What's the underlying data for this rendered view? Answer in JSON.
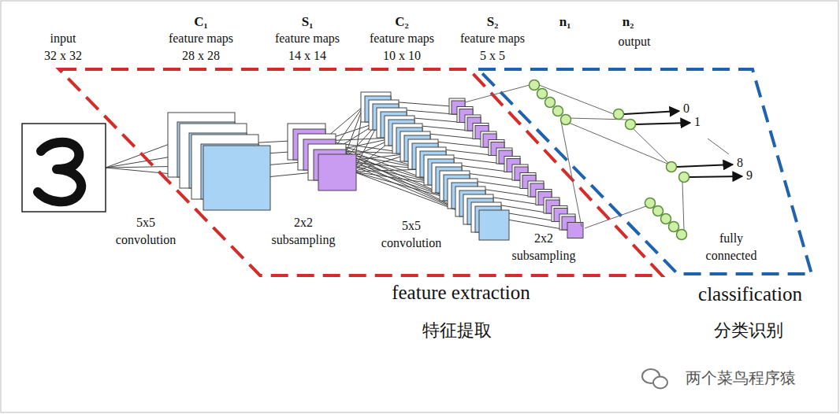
{
  "diagram": {
    "labels": [
      "input",
      "32 x 32",
      "C₁",
      "feature maps",
      "28 x 28",
      "S₁",
      "feature maps",
      "14 x 14",
      "C₂",
      "feature maps",
      "10 x 10",
      "S₂",
      "feature maps",
      "5 x 5",
      "n₁",
      "n₂",
      "output",
      "5x5 convolution",
      "2x2 subsampling",
      "5x5 convolution",
      "2x2 subsampling",
      "fully connected",
      "0",
      "1",
      "8",
      "9",
      "feature extraction",
      "classification",
      "特征提取",
      "分类识别",
      "两个菜鸟程序猿"
    ]
  }
}
